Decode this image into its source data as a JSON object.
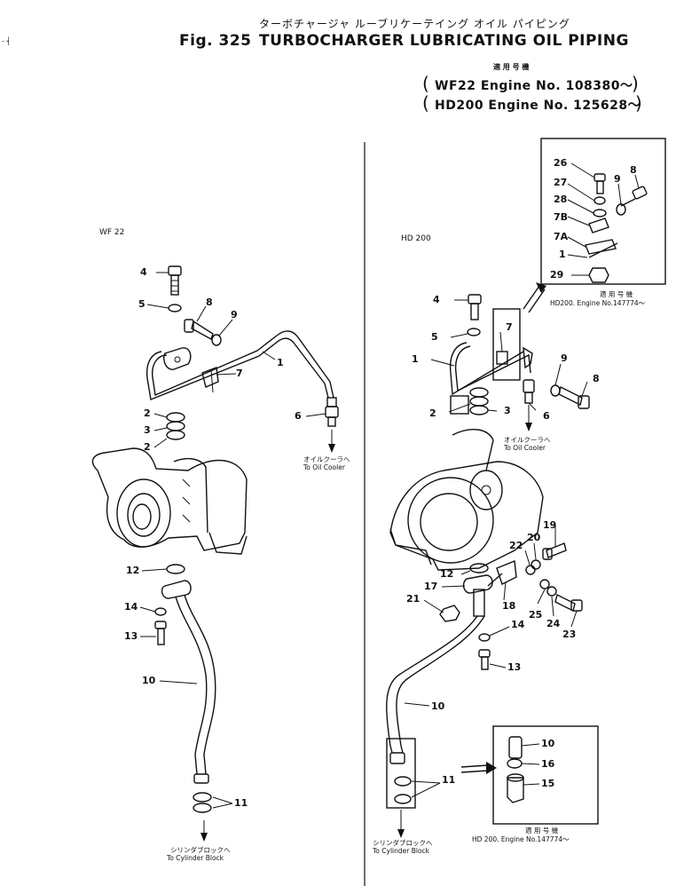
{
  "header": {
    "japanese_title": "ターボチャージャ ルーブリケーテイング オイル パイピング",
    "figure_number": "Fig. 325",
    "figure_title": "TURBOCHARGER LUBRICATING OIL PIPING",
    "applicability_jp": "適 用 号 機",
    "applicability_1": "WF22  Engine No. 108380～",
    "applicability_2": "HD200 Engine No. 125628～",
    "margin_mark": "- ┤"
  },
  "left_section": {
    "label": "WF 22",
    "oil_cooler_jp": "オイルクーラへ",
    "oil_cooler_en": "To Oil Cooler",
    "cylinder_jp": "シリンダブロックへ",
    "cylinder_en": "To Cylinder Block",
    "callouts": [
      "1",
      "2",
      "3",
      "2",
      "4",
      "5",
      "6",
      "7",
      "8",
      "9",
      "10",
      "11",
      "12",
      "13",
      "14"
    ]
  },
  "right_section": {
    "label": "HD 200",
    "oil_cooler_jp": "オイルクーラへ",
    "oil_cooler_en": "To Oil Cooler",
    "cylinder_jp": "シリンダブロックへ",
    "cylinder_en": "To Cylinder Block",
    "inset_top_jp": "適 用 号 機",
    "inset_top_note": "HD200.  Engine No.147774～",
    "inset_bottom_jp": "適 用 号 機",
    "inset_bottom_note": "HD 200.  Engine No.147774～",
    "inset_top_callouts": [
      "26",
      "27",
      "28",
      "7B",
      "7A",
      "1",
      "29",
      "8",
      "9"
    ],
    "inset_bottom_callouts": [
      "10",
      "16",
      "15"
    ],
    "callouts": [
      "1",
      "2",
      "3",
      "4",
      "5",
      "6",
      "7",
      "8",
      "9",
      "10",
      "11",
      "12",
      "13",
      "14",
      "17",
      "18",
      "19",
      "20",
      "21",
      "22",
      "23",
      "24",
      "25"
    ]
  }
}
